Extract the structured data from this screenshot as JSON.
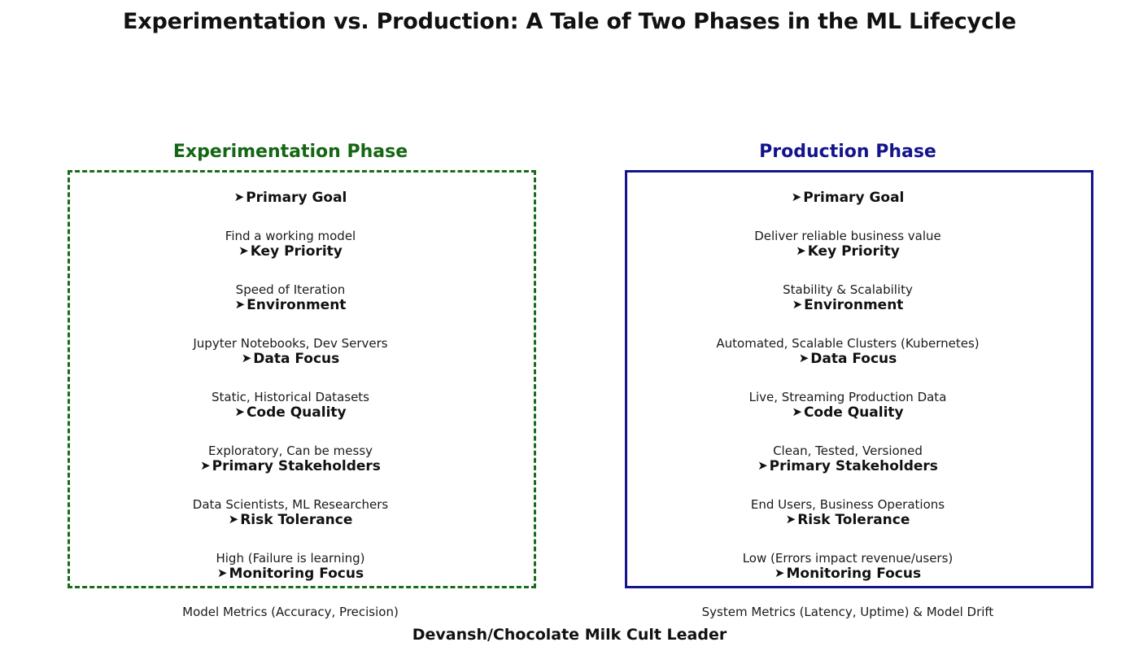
{
  "title": "Experimentation vs. Production: A Tale of Two Phases in the ML Lifecycle",
  "footer": "Devansh/Chocolate Milk Cult Leader",
  "arrow_glyph": "➤",
  "colors": {
    "experimentation": "#146614",
    "production": "#14148c",
    "text": "#111111",
    "background": "#ffffff"
  },
  "columns": [
    {
      "id": "experimentation",
      "header": "Experimentation Phase",
      "border_style": "dashed",
      "border_color": "#1a6b1a",
      "rows": [
        {
          "label": "Primary Goal",
          "value": "Find a working model"
        },
        {
          "label": "Key Priority",
          "value": "Speed of Iteration"
        },
        {
          "label": "Environment",
          "value": "Jupyter Notebooks, Dev Servers"
        },
        {
          "label": "Data Focus",
          "value": "Static, Historical Datasets"
        },
        {
          "label": "Code Quality",
          "value": "Exploratory, Can be messy"
        },
        {
          "label": "Primary Stakeholders",
          "value": "Data Scientists, ML Researchers"
        },
        {
          "label": "Risk Tolerance",
          "value": "High (Failure is learning)"
        },
        {
          "label": "Monitoring Focus",
          "value": "Model Metrics (Accuracy, Precision)"
        }
      ]
    },
    {
      "id": "production",
      "header": "Production Phase",
      "border_style": "solid",
      "border_color": "#14148c",
      "rows": [
        {
          "label": "Primary Goal",
          "value": "Deliver reliable business value"
        },
        {
          "label": "Key Priority",
          "value": "Stability & Scalability"
        },
        {
          "label": "Environment",
          "value": "Automated, Scalable Clusters (Kubernetes)"
        },
        {
          "label": "Data Focus",
          "value": "Live, Streaming Production Data"
        },
        {
          "label": "Code Quality",
          "value": "Clean, Tested, Versioned"
        },
        {
          "label": "Primary Stakeholders",
          "value": "End Users, Business Operations"
        },
        {
          "label": "Risk Tolerance",
          "value": "Low (Errors impact revenue/users)"
        },
        {
          "label": "Monitoring Focus",
          "value": "System Metrics (Latency, Uptime) & Model Drift"
        }
      ]
    }
  ]
}
